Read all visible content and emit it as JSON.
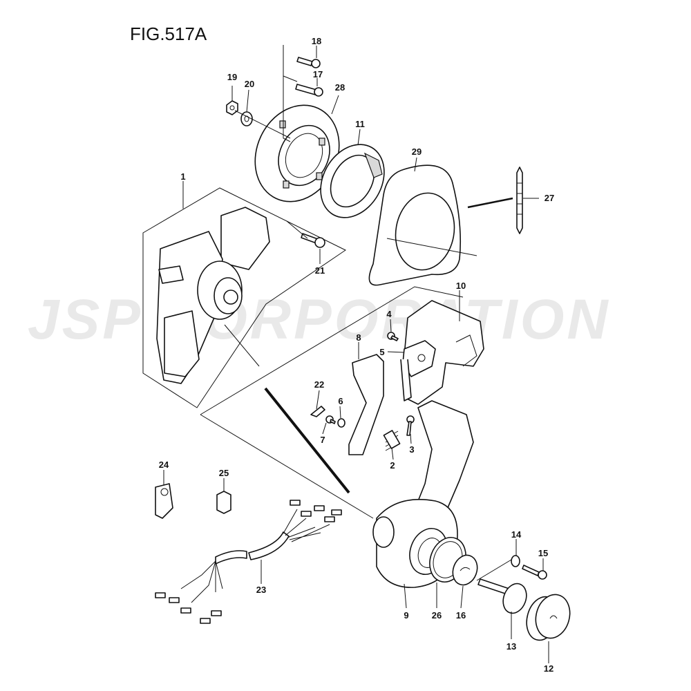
{
  "figure_title": "FIG.517A",
  "watermark": "JSP CORPORATION",
  "parts": [
    {
      "id": "1",
      "label": "1"
    },
    {
      "id": "2",
      "label": "2"
    },
    {
      "id": "3",
      "label": "3"
    },
    {
      "id": "4",
      "label": "4"
    },
    {
      "id": "5",
      "label": "5"
    },
    {
      "id": "6",
      "label": "6"
    },
    {
      "id": "7",
      "label": "7"
    },
    {
      "id": "8",
      "label": "8"
    },
    {
      "id": "9",
      "label": "9"
    },
    {
      "id": "10",
      "label": "10"
    },
    {
      "id": "11",
      "label": "11"
    },
    {
      "id": "12",
      "label": "12"
    },
    {
      "id": "13",
      "label": "13"
    },
    {
      "id": "14",
      "label": "14"
    },
    {
      "id": "15",
      "label": "15"
    },
    {
      "id": "16",
      "label": "16"
    },
    {
      "id": "17",
      "label": "17"
    },
    {
      "id": "18",
      "label": "18"
    },
    {
      "id": "19",
      "label": "19"
    },
    {
      "id": "20",
      "label": "20"
    },
    {
      "id": "21",
      "label": "21"
    },
    {
      "id": "22",
      "label": "22"
    },
    {
      "id": "23",
      "label": "23"
    },
    {
      "id": "24",
      "label": "24"
    },
    {
      "id": "25",
      "label": "25"
    },
    {
      "id": "26",
      "label": "26"
    },
    {
      "id": "27",
      "label": "27"
    },
    {
      "id": "28",
      "label": "28"
    },
    {
      "id": "29",
      "label": "29"
    }
  ]
}
